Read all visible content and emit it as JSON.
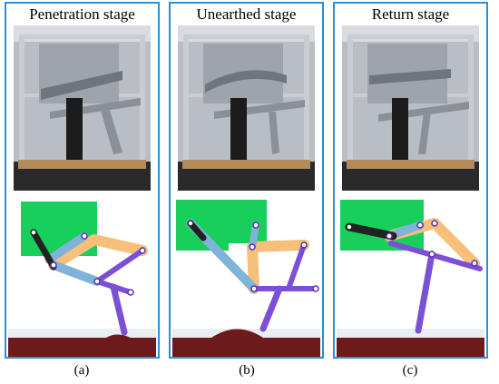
{
  "panels": [
    {
      "title": "Penetration stage",
      "caption": "(a)"
    },
    {
      "title": "Unearthed stage",
      "caption": "(b)"
    },
    {
      "title": "Return stage",
      "caption": "(c)"
    }
  ],
  "colors": {
    "panel_border": "#2a8fd4",
    "green_block": "#17cf5a",
    "orange_link": "#f6c07a",
    "blue_link": "#7fb3d9",
    "purple_tool": "#7b4fd6",
    "black_link": "#222222",
    "soil": "#6e1a1a",
    "photo_frame": "#c9cdd2",
    "photo_bg": "#b9bec4"
  }
}
